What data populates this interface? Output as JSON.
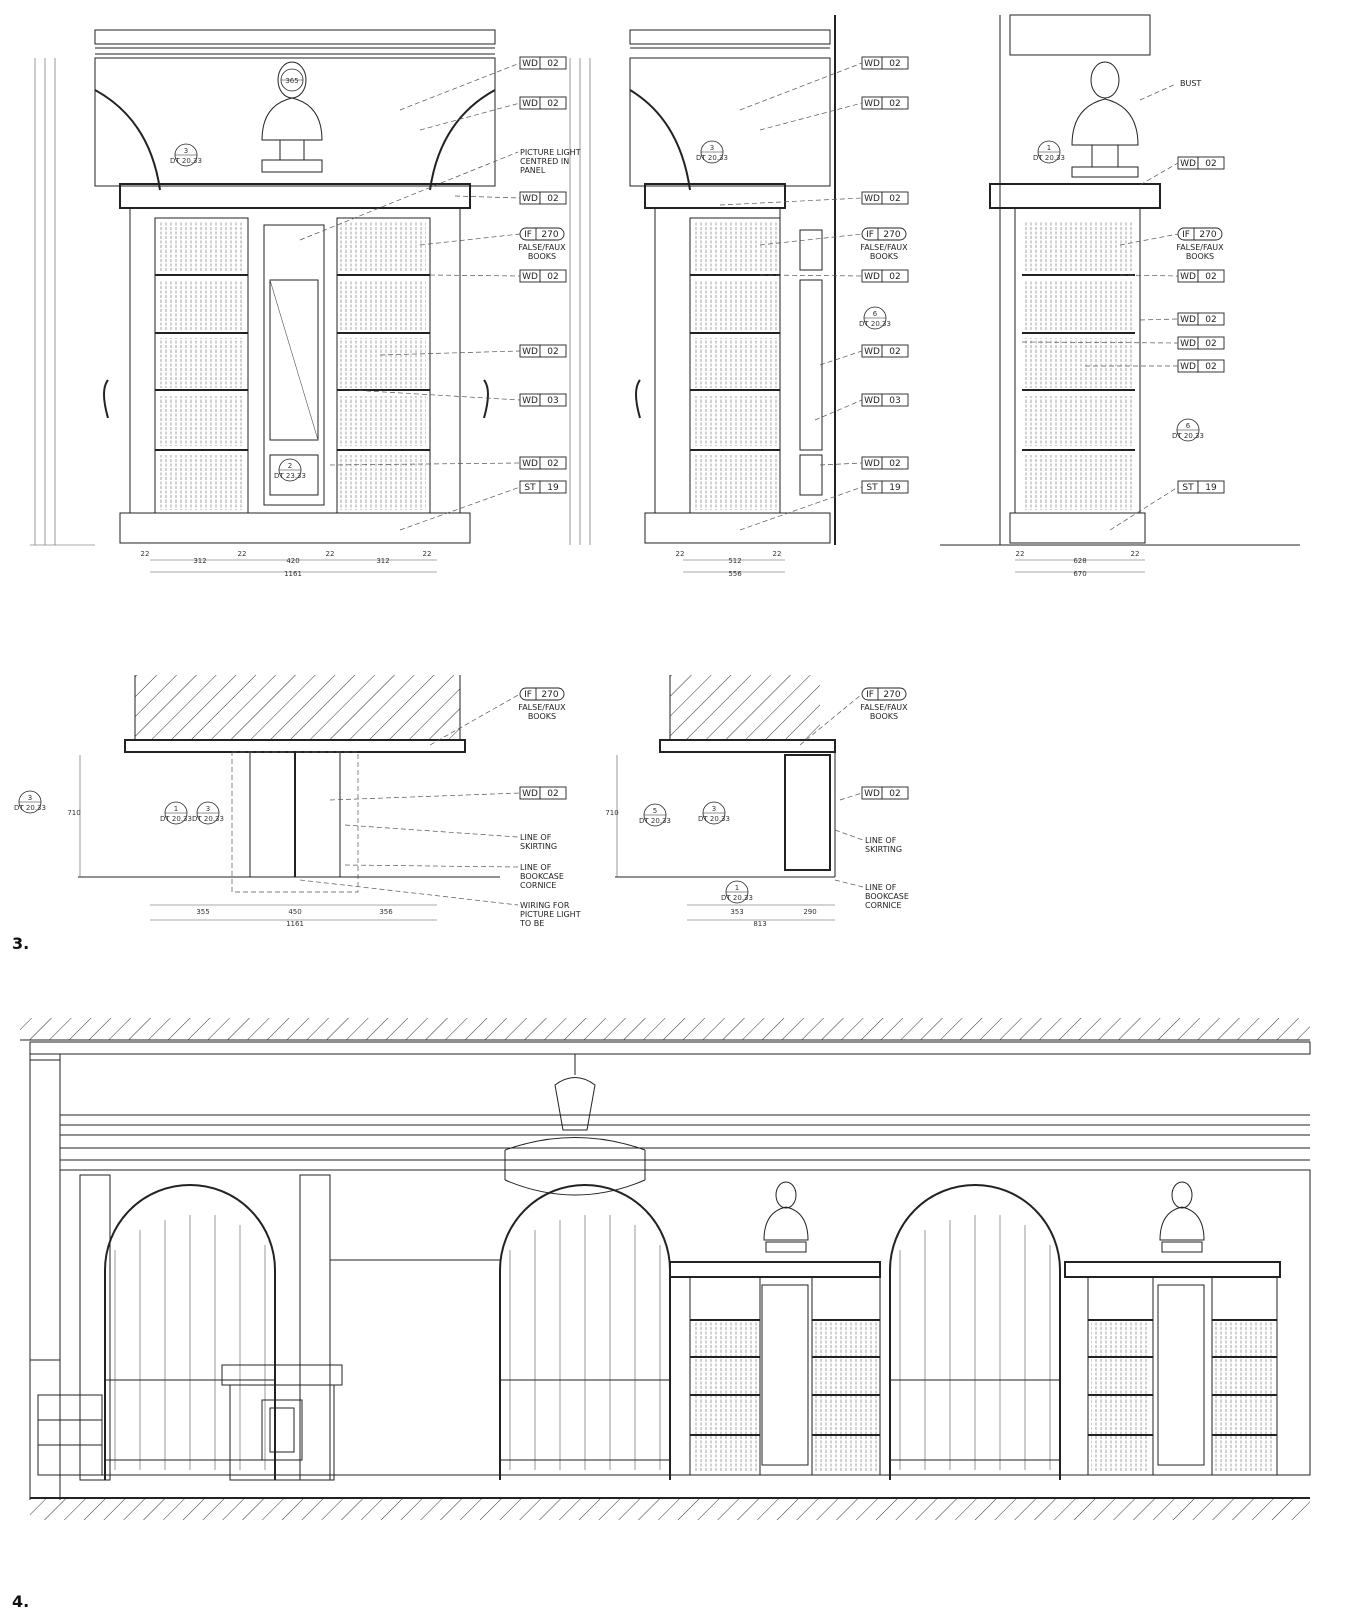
{
  "section_labels": {
    "s3": "3.",
    "s4": "4."
  },
  "tags": {
    "wd02": [
      "WD",
      "02"
    ],
    "wd03": [
      "WD",
      "03"
    ],
    "st19": [
      "ST",
      "19"
    ],
    "if270": [
      "IF",
      "270"
    ]
  },
  "notes": {
    "picture_light": [
      "PICTURE LIGHT",
      "CENTRED IN",
      "PANEL"
    ],
    "false_faux": [
      "FALSE/FAUX",
      "BOOKS"
    ],
    "bust": "BUST",
    "line_skirting": [
      "LINE OF",
      "SKIRTING"
    ],
    "line_cornice": [
      "LINE OF",
      "BOOKCASE",
      "CORNICE"
    ],
    "wiring": [
      "WIRING FOR",
      "PICTURE LIGHT",
      "TO BE"
    ]
  },
  "dims": {
    "e1": [
      "22",
      "312",
      "22",
      "420",
      "22",
      "312",
      "22",
      "1161"
    ],
    "e2": [
      "22",
      "512",
      "22",
      "556"
    ],
    "e3": [
      "22",
      "628",
      "22",
      "670"
    ],
    "p1": [
      "355",
      "450",
      "356",
      "1161"
    ],
    "p2": [
      "353",
      "290",
      "813"
    ],
    "plan_depth": "710"
  },
  "bubbles": {
    "e1_top": [
      "3",
      "DT 20.33"
    ],
    "e1_door": [
      "2",
      "DT 23.33"
    ],
    "e1_head": "365",
    "e2_top": [
      "3",
      "DT 20.33"
    ],
    "e2_side": [
      "6",
      "DT 20.33"
    ],
    "e3_top": [
      "1",
      "DT 20.33"
    ],
    "e3_side": [
      "6",
      "DT 20.33"
    ],
    "p1_a": [
      "3",
      "DT 20.33"
    ],
    "p1_b": [
      "1",
      "DT 20.33"
    ],
    "p1_c": [
      "3",
      "DT 20.33"
    ],
    "p2_a": [
      "5",
      "DT 20.33"
    ],
    "p2_b": [
      "3",
      "DT 20.33"
    ],
    "p2_c": [
      "1",
      "DT 20.33"
    ]
  }
}
